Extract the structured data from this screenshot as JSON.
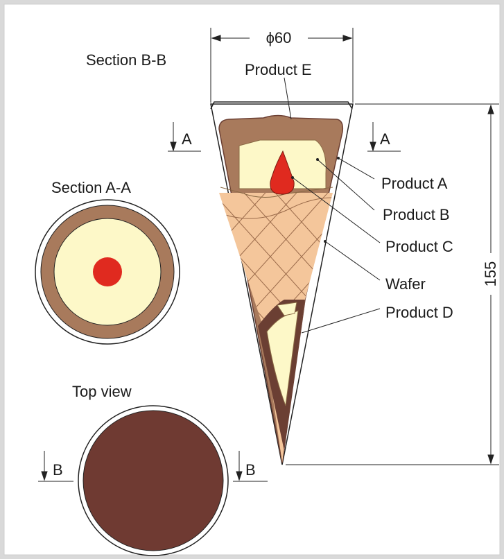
{
  "labels": {
    "section_bb": "Section B-B",
    "section_aa": "Section A-A",
    "top_view": "Top view",
    "diameter": "ϕ60",
    "height": "155",
    "product_a": "Product A",
    "product_b": "Product B",
    "product_c": "Product C",
    "product_d": "Product D",
    "product_e": "Product E",
    "wafer": "Wafer",
    "marker_a": "A",
    "marker_b": "B"
  },
  "colors": {
    "background": "#d9d9d9",
    "panel": "#ffffff",
    "product_a": "#a87a5c",
    "product_b": "#fdf8c8",
    "product_c": "#e02a1f",
    "product_d": "#6b3f33",
    "product_e": "#6f3a32",
    "wafer": "#f4c69b",
    "wafer_lines": "#9a6a4a",
    "outline": "#222222"
  }
}
